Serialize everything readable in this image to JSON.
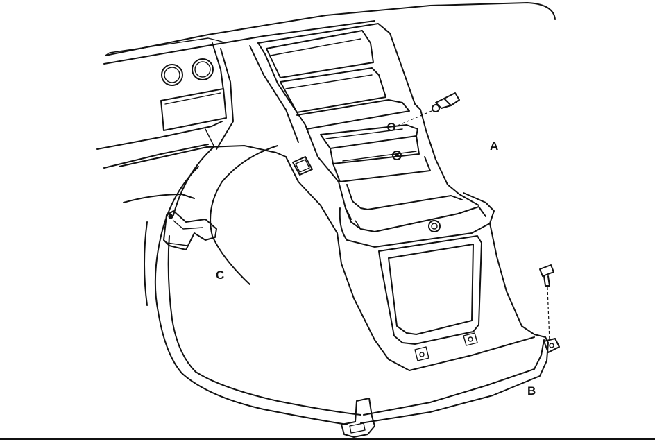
{
  "figure": {
    "description_visible": false,
    "callouts": {
      "a": "A",
      "b": "B",
      "c": "C"
    },
    "ink_color": "#111111",
    "background_color": "#ffffff"
  }
}
